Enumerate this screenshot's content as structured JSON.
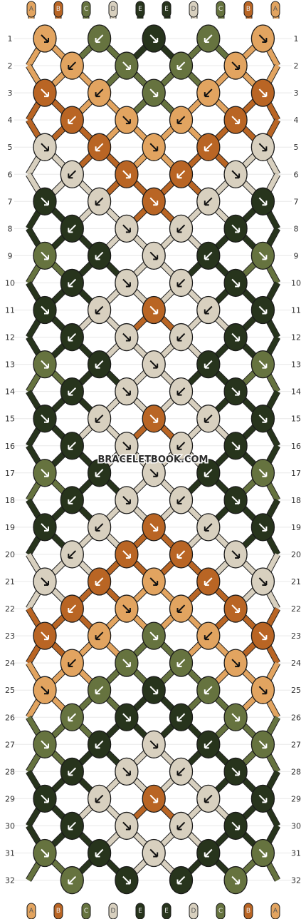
{
  "watermark": "BRACELETBOOK.COM",
  "colors": {
    "A": "#e2a460",
    "B": "#b96524",
    "C": "#66733f",
    "D": "#d8d0bf",
    "E": "#27341c"
  },
  "strings": [
    "A",
    "B",
    "C",
    "D",
    "E",
    "E",
    "D",
    "C",
    "B",
    "A"
  ],
  "rows": [
    "1",
    "2",
    "3",
    "4",
    "5",
    "6",
    "7",
    "8",
    "9",
    "10",
    "11",
    "12",
    "13",
    "14",
    "15",
    "16",
    "17",
    "18",
    "19",
    "20",
    "21",
    "22",
    "23",
    "24",
    "25",
    "26",
    "27",
    "28",
    "29",
    "30",
    "31",
    "32"
  ],
  "knots": [
    [
      "A",
      "C",
      "E",
      "C",
      "A"
    ],
    [
      "A",
      "C",
      "C",
      "A"
    ],
    [
      "B",
      "A",
      "C",
      "A",
      "B"
    ],
    [
      "B",
      "A",
      "A",
      "B"
    ],
    [
      "D",
      "B",
      "A",
      "B",
      "D"
    ],
    [
      "D",
      "B",
      "B",
      "D"
    ],
    [
      "E",
      "D",
      "B",
      "D",
      "E"
    ],
    [
      "E",
      "D",
      "D",
      "E"
    ],
    [
      "C",
      "E",
      "D",
      "E",
      "C"
    ],
    [
      "E",
      "D",
      "D",
      "E"
    ],
    [
      "E",
      "D",
      "B",
      "D",
      "E"
    ],
    [
      "E",
      "D",
      "D",
      "E"
    ],
    [
      "C",
      "E",
      "D",
      "E",
      "C"
    ],
    [
      "E",
      "D",
      "D",
      "E"
    ],
    [
      "E",
      "D",
      "B",
      "D",
      "E"
    ],
    [
      "E",
      "D",
      "D",
      "E"
    ],
    [
      "C",
      "E",
      "D",
      "E",
      "C"
    ],
    [
      "E",
      "D",
      "D",
      "E"
    ],
    [
      "E",
      "D",
      "B",
      "D",
      "E"
    ],
    [
      "D",
      "B",
      "B",
      "D"
    ],
    [
      "D",
      "B",
      "A",
      "B",
      "D"
    ],
    [
      "B",
      "A",
      "A",
      "B"
    ],
    [
      "B",
      "A",
      "C",
      "A",
      "B"
    ],
    [
      "A",
      "C",
      "C",
      "A"
    ],
    [
      "A",
      "C",
      "E",
      "C",
      "A"
    ],
    [
      "C",
      "E",
      "E",
      "C"
    ],
    [
      "C",
      "E",
      "D",
      "E",
      "C"
    ],
    [
      "E",
      "D",
      "D",
      "E"
    ],
    [
      "E",
      "D",
      "B",
      "D",
      "E"
    ],
    [
      "E",
      "D",
      "D",
      "E"
    ],
    [
      "C",
      "E",
      "D",
      "E",
      "C"
    ],
    [
      "C",
      "E",
      "E",
      "C"
    ]
  ]
}
